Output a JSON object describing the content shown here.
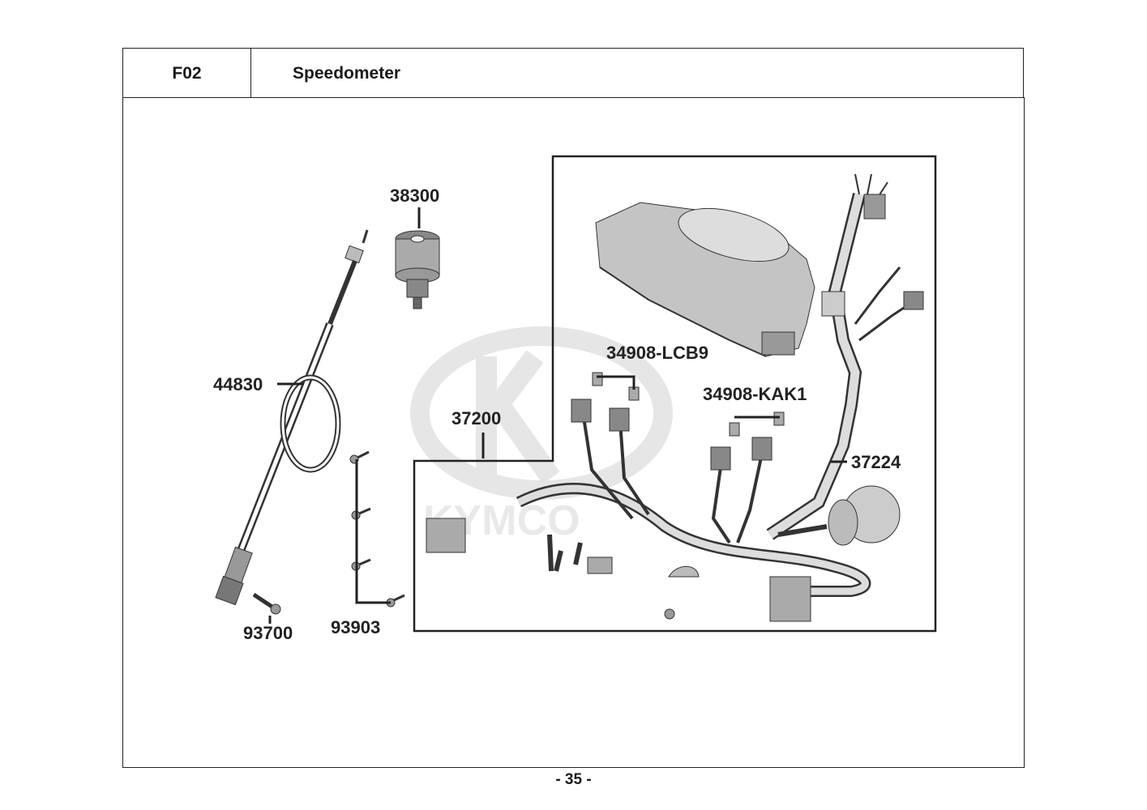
{
  "header": {
    "code": "F02",
    "title": "Speedometer"
  },
  "watermark": {
    "text": "KYMCO",
    "color": "#cccccc"
  },
  "callouts": {
    "speedometer_cable": "44830",
    "gear_box": "38300",
    "cable_screw": "93700",
    "tapping_screws": "93903",
    "meter_assembly": "37200",
    "bulb_lcb9": "34908-LCB9",
    "bulb_kak1": "34908-KAK1",
    "wire_harness": "37224"
  },
  "page_number": "- 35 -"
}
